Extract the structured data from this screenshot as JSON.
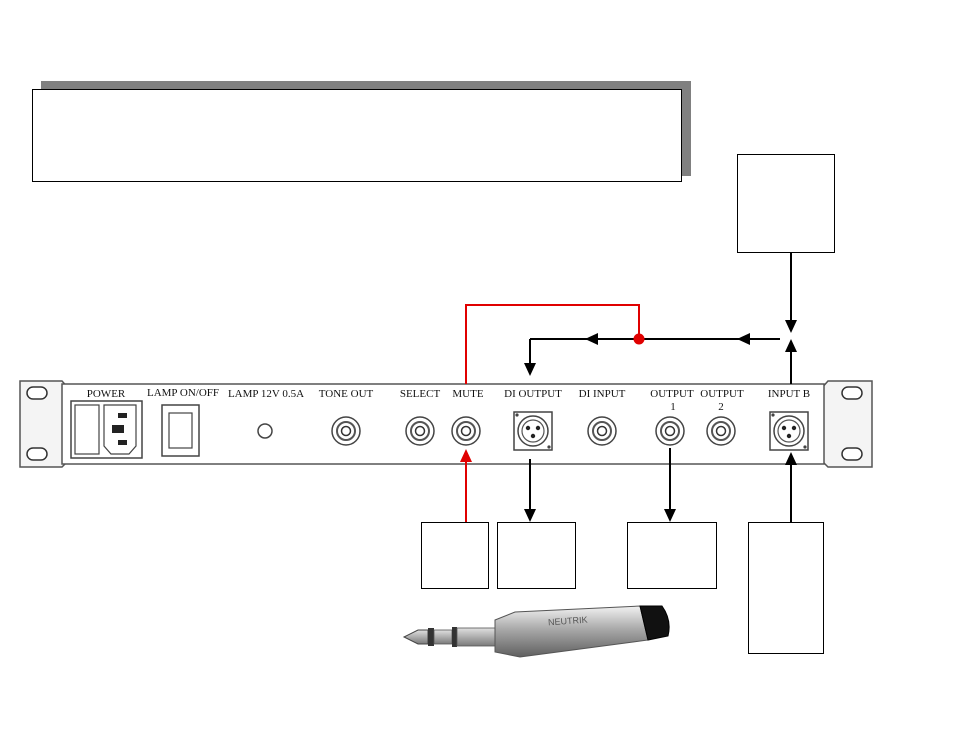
{
  "title_box": {
    "text": ""
  },
  "panel": {
    "labels": {
      "power": "POWER",
      "lamp_onoff": "LAMP ON/OFF",
      "lamp_rating": "LAMP 12V 0.5A",
      "tone_out": "TONE OUT",
      "select": "SELECT",
      "mute": "MUTE",
      "di_output": "DI OUTPUT",
      "di_input": "DI INPUT",
      "output_1": "OUTPUT",
      "output_1_num": "1",
      "output_2": "OUTPUT",
      "output_2_num": "2",
      "input_b": "INPUT B"
    }
  },
  "plug": {
    "brand": "NEUTRIK"
  },
  "colors": {
    "signal": "#000000",
    "mute_line": "#e00000",
    "panel": "#ffffff",
    "shadow": "#808080"
  }
}
